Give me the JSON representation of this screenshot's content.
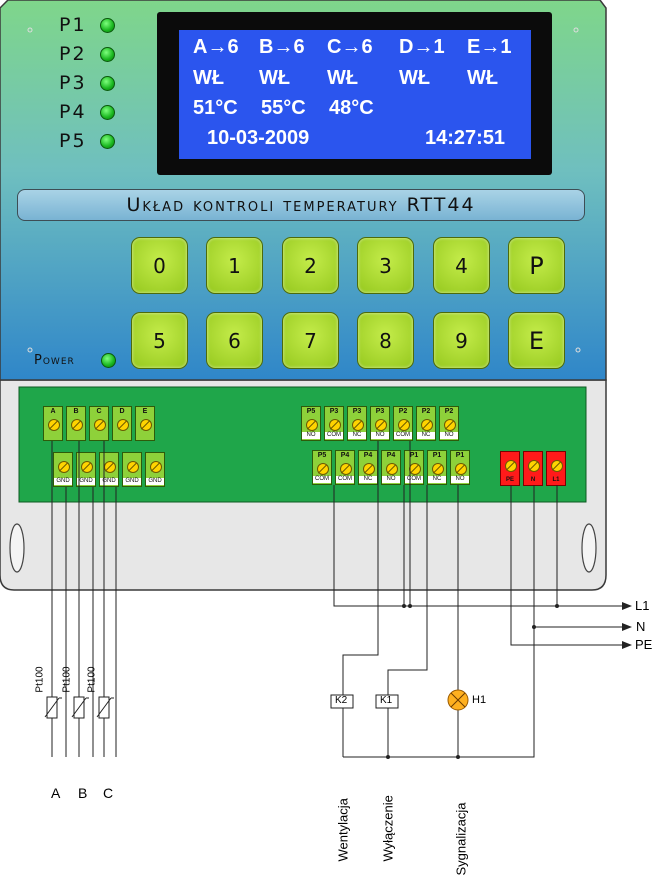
{
  "leds": [
    {
      "label": "P1"
    },
    {
      "label": "P2"
    },
    {
      "label": "P3"
    },
    {
      "label": "P4"
    },
    {
      "label": "P5"
    }
  ],
  "lcd": {
    "row1": [
      "A→6",
      "B→6",
      "C→6",
      "D→1",
      "E→1"
    ],
    "row2": [
      "WŁ",
      "WŁ",
      "WŁ",
      "WŁ",
      "WŁ"
    ],
    "temps": [
      "51°C",
      "55°C",
      "48°C"
    ],
    "date": "10-03-2009",
    "time": "14:27:51"
  },
  "title": "Układ kontroli temperatury RTT44",
  "keypad": {
    "row1": [
      "0",
      "1",
      "2",
      "3",
      "4",
      "P"
    ],
    "row2": [
      "5",
      "6",
      "7",
      "8",
      "9",
      "E"
    ]
  },
  "power_label": "Power",
  "terminals": {
    "sensor_top": [
      "A",
      "B",
      "C",
      "D",
      "E"
    ],
    "sensor_bottom": [
      "GND",
      "GND",
      "GND",
      "GND",
      "GND"
    ],
    "relay_top": [
      {
        "top": "P5",
        "bottom": "NO"
      },
      {
        "top": "P3",
        "bottom": "COM"
      },
      {
        "top": "P3",
        "bottom": "NC"
      },
      {
        "top": "P3",
        "bottom": "NO"
      },
      {
        "top": "P2",
        "bottom": "COM"
      },
      {
        "top": "P2",
        "bottom": "NC"
      },
      {
        "top": "P2",
        "bottom": "NO"
      }
    ],
    "relay_bottom": [
      {
        "top": "P5",
        "bottom": "COM"
      },
      {
        "top": "P4",
        "bottom": "COM"
      },
      {
        "top": "P4",
        "bottom": "NC"
      },
      {
        "top": "P4",
        "bottom": "NO"
      },
      {
        "top": "P1",
        "bottom": "COM"
      },
      {
        "top": "P1",
        "bottom": "NC"
      },
      {
        "top": "P1",
        "bottom": "NO"
      }
    ],
    "power": [
      "PE",
      "N",
      "L1"
    ]
  },
  "supply_lines": [
    "L1",
    "N",
    "PE"
  ],
  "sensors": {
    "type": "Pt100",
    "labels": [
      "A",
      "B",
      "C"
    ]
  },
  "loads": {
    "k2": "K2",
    "k1": "K1",
    "h1": "H1",
    "captions": [
      "Wentylacja",
      "Wyłączenie",
      "Sygnalizacja"
    ]
  }
}
